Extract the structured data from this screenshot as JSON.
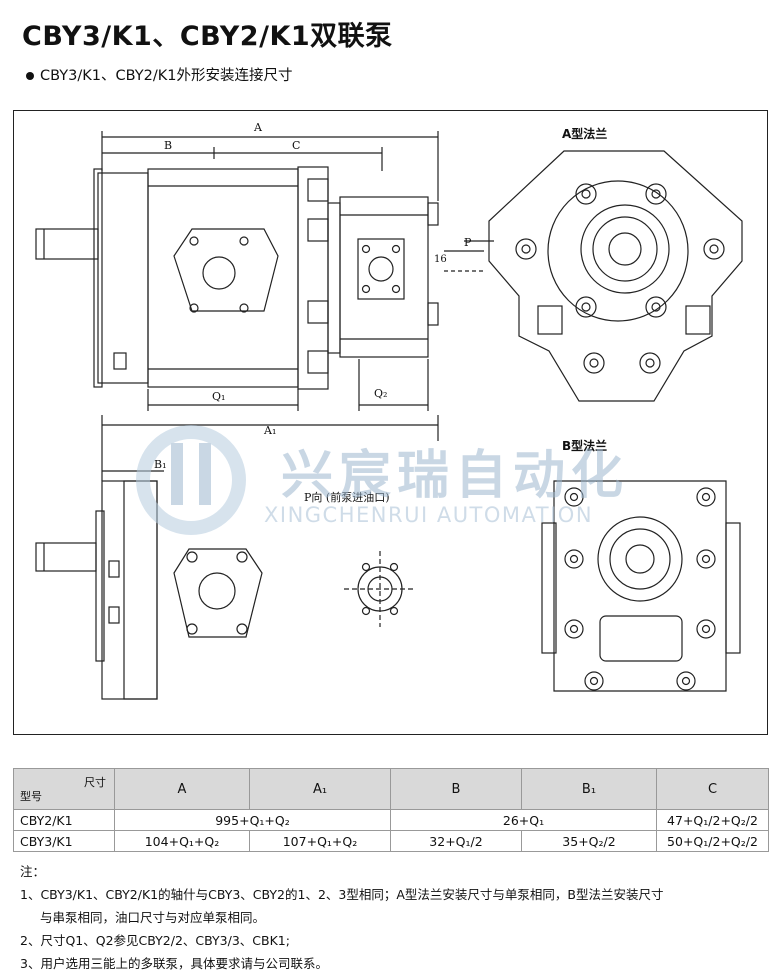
{
  "title": "CBY3/K1、CBY2/K1双联泵",
  "subtitle": "CBY3/K1、CBY2/K1外形安装连接尺寸",
  "drawing_labels": {
    "A": "A",
    "B": "B",
    "C": "C",
    "Q1": "Q₁",
    "Q2": "Q₂",
    "A1": "A₁",
    "B1": "B₁",
    "P": "P",
    "dim16": "16",
    "p_view": "P向 (前泵进油口)",
    "flange_a": "A型法兰",
    "flange_b": "B型法兰"
  },
  "watermark": {
    "cn": "兴宸瑞自动化",
    "en": "XINGCHENRUI AUTOMATION"
  },
  "table": {
    "corner_top": "尺寸",
    "corner_bottom": "型号",
    "headers": [
      "A",
      "A₁",
      "B",
      "B₁",
      "C"
    ],
    "rows": [
      {
        "model": "CBY2/K1",
        "a_a1": "995+Q₁+Q₂",
        "b_b1": "26+Q₁",
        "c": "47+Q₁/2+Q₂/2"
      },
      {
        "model": "CBY3/K1",
        "a": "104+Q₁+Q₂",
        "a1": "107+Q₁+Q₂",
        "b": "32+Q₁/2",
        "b1": "35+Q₂/2",
        "c": "50+Q₁/2+Q₂/2"
      }
    ]
  },
  "notes": {
    "head": "注：",
    "n1a": "1、CBY3/K1、CBY2/K1的轴什与CBY3、CBY2的1、2、3型相同；A型法兰安装尺寸与单泵相同，B型法兰安装尺寸",
    "n1b": "与串泵相同，油口尺寸与对应单泵相同。",
    "n2": "2、尺寸Q1、Q2参见CBY2/2、CBY3/3、CBK1;",
    "n3": "3、用户选用三能上的多联泵，具体要求请与公司联系。"
  },
  "icons": [
    "logo-mark-icon"
  ],
  "colors": {
    "watermark": "#9db7cf"
  }
}
